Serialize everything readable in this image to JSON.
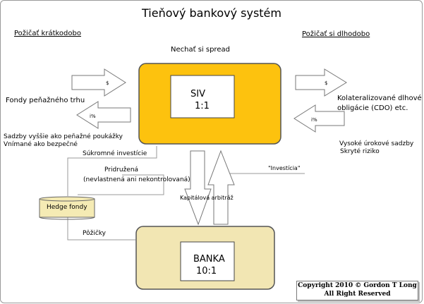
{
  "title": "Tieňový bankový systém",
  "labels": {
    "borrow_short": "Požičať krátkodobo",
    "borrow_long": "Požičať si dlhodobo",
    "keep_spread": "Nechať si spread",
    "money_market": "Fondy peňažného trhu",
    "rates_higher": "Sadzby vyššie ako peňažné poukážky",
    "perceived_safe": "Vnímané ako bezpečné",
    "private_invest": "Súkromné investície",
    "affiliated": "Pridružená",
    "not_owned": "(nevlastnená ani nekontrolovaná)",
    "investment": "\"Investícia\"",
    "collateral_1": "Kolateralizované dlhové",
    "collateral_2": "obligácie (CDO) etc.",
    "high_rates": "Vysoké úrokové sadzby",
    "hidden_risk": "Skryté riziko",
    "capital_arb": "Kapitálová arbitráž",
    "loans": "Pôžičky"
  },
  "arrow_marks": {
    "dollar": "$",
    "percent": "i%"
  },
  "siv": {
    "name": "SIV",
    "ratio": "1:1"
  },
  "bank": {
    "name": "BANKA",
    "ratio": "10:1"
  },
  "hedge": {
    "name": "Hedge fondy"
  },
  "copyright": {
    "line1": "Copyright 2010 © Gordon T Long",
    "line2": "All Right Reserved"
  },
  "colors": {
    "siv_fill": "#fdc20e",
    "bank_fill": "#f2e6b3",
    "hedge_fill": "#f5ebb4",
    "border": "#555555"
  }
}
